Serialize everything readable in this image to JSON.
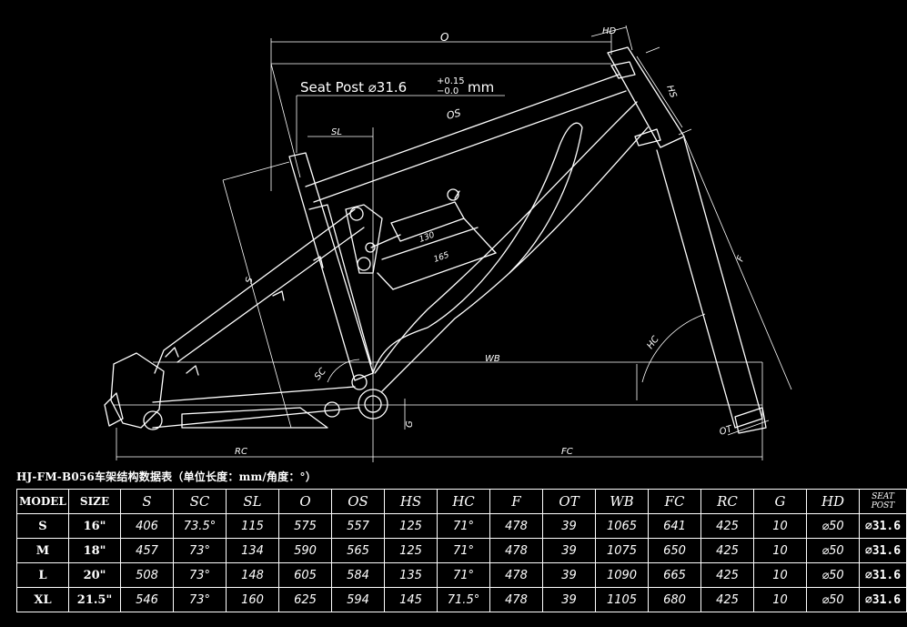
{
  "diagram": {
    "dimension_labels": {
      "o": "O",
      "hd": "HD",
      "hs": "HS",
      "os": "OS",
      "sl": "SL",
      "s": "S",
      "f": "F",
      "hc": "HC",
      "wb": "WB",
      "sc": "SC",
      "g": "G",
      "ot": "OT",
      "rc": "RC",
      "fc": "FC",
      "shock_eye": "130",
      "shock_stroke": "165"
    },
    "seat_post_callout": {
      "prefix": "Seat Post ⌀31.6",
      "tol_upper": "+0.15",
      "tol_lower": "−0.0",
      "unit": "mm"
    }
  },
  "table": {
    "title": "HJ-FM-B056车架结构数据表（单位长度：mm/角度：°）",
    "headers": [
      "MODEL",
      "SIZE",
      "S",
      "SC",
      "SL",
      "O",
      "OS",
      "HS",
      "HC",
      "F",
      "OT",
      "WB",
      "FC",
      "RC",
      "G",
      "HD"
    ],
    "seat_header_lines": [
      "SEAT",
      "POST"
    ],
    "rows": [
      {
        "model": "S",
        "size": "16\"",
        "values": [
          "406",
          "73.5°",
          "115",
          "575",
          "557",
          "125",
          "71°",
          "478",
          "39",
          "1065",
          "641",
          "425",
          "10",
          "⌀50",
          "⌀31.6"
        ]
      },
      {
        "model": "M",
        "size": "18\"",
        "values": [
          "457",
          "73°",
          "134",
          "590",
          "565",
          "125",
          "71°",
          "478",
          "39",
          "1075",
          "650",
          "425",
          "10",
          "⌀50",
          "⌀31.6"
        ]
      },
      {
        "model": "L",
        "size": "20\"",
        "values": [
          "508",
          "73°",
          "148",
          "605",
          "584",
          "135",
          "71°",
          "478",
          "39",
          "1090",
          "665",
          "425",
          "10",
          "⌀50",
          "⌀31.6"
        ]
      },
      {
        "model": "XL",
        "size": "21.5\"",
        "values": [
          "546",
          "73°",
          "160",
          "625",
          "594",
          "145",
          "71.5°",
          "478",
          "39",
          "1105",
          "680",
          "425",
          "10",
          "⌀50",
          "⌀31.6"
        ]
      }
    ]
  }
}
